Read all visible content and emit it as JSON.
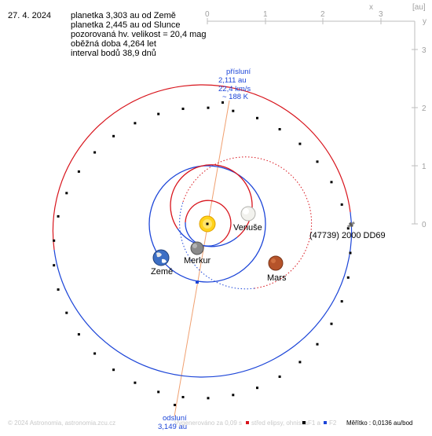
{
  "date": "27. 4. 2024",
  "info_lines": [
    "planetka 3,303 au od Země",
    "planetka 2,445 au od Slunce",
    "pozorovaná hv. velikost = 20,4 mag",
    "oběžná doba 4,264 let",
    "interval bodů 38,9 dnů"
  ],
  "axes": {
    "x_ticks": [
      "0",
      "1",
      "2",
      "3"
    ],
    "y_ticks": [
      "3",
      "2",
      "1",
      "0"
    ],
    "x_label": "x",
    "y_label": "y",
    "unit": "[au]"
  },
  "perihelion": {
    "title": "přísluní",
    "dist": "2,111 au",
    "speed": "22,4 km/s",
    "temp": "~ 188 K"
  },
  "aphelion": {
    "title": "odsluní",
    "dist": "3,149 au"
  },
  "bodies": {
    "venus": "Venuše",
    "mercury": "Merkur",
    "earth": "Země",
    "mars": "Mars",
    "asteroid": "(47739) 2000 DD69"
  },
  "footer": {
    "copyright": "© 2024 Astronomia, astronomia.zcu.cz",
    "generated": "Vygenerováno za 0,09 s",
    "center_legend": "střed elipsy, ohniska",
    "f1": "F1 a",
    "f2": "F2",
    "scale": "Měřítko : 0,0136 au/bod"
  },
  "colors": {
    "orbit_blue": "#1c45d8",
    "orbit_red": "#d8141c",
    "apsides_line": "#f0a070",
    "axis_grey": "#b0b0b0"
  },
  "icons": {
    "sun": "sun-icon",
    "asteroid": "satellite-icon"
  }
}
